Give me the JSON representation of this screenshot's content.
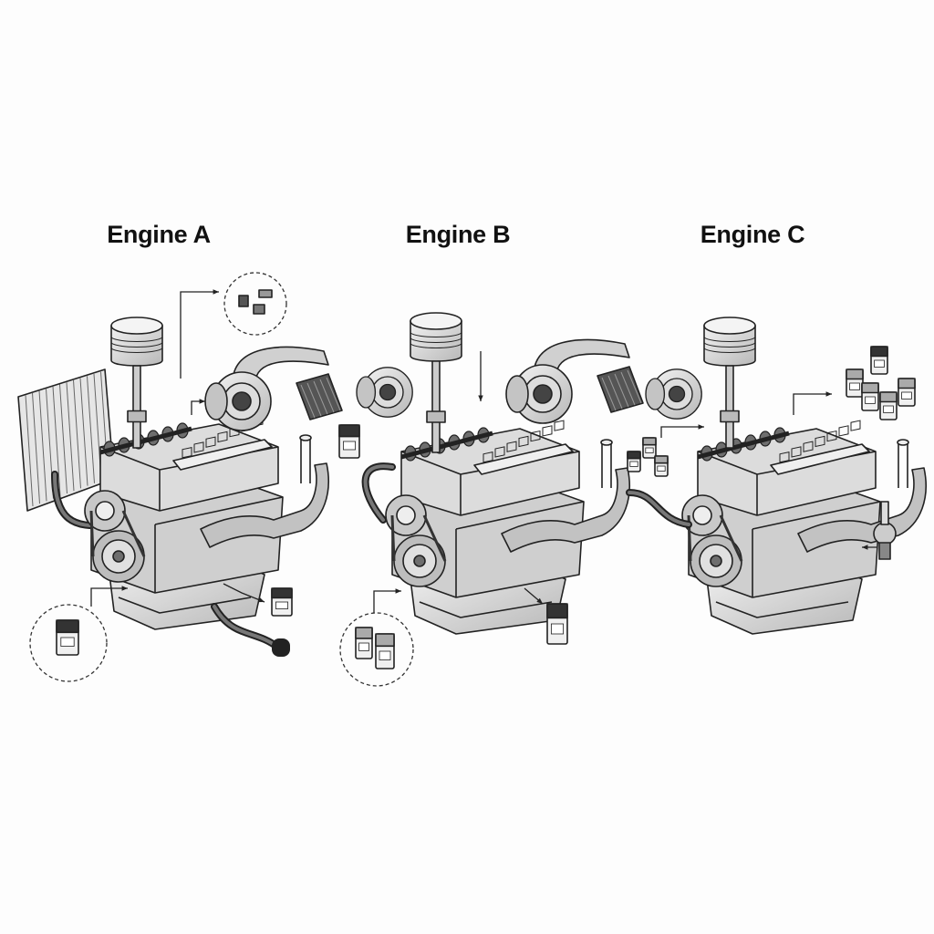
{
  "engines": [
    {
      "title": "Engine A",
      "components": [
        "piston-icon",
        "turbocharger-icon",
        "radiator-icon",
        "bolts-icon",
        "oil-filter-icon",
        "hose-icon"
      ],
      "callouts": [
        "bolts-icon",
        "oil-filter-icon"
      ]
    },
    {
      "title": "Engine B",
      "components": [
        "piston-icon",
        "turbocharger-icon",
        "turbocharger-icon",
        "oil-filter-icon",
        "filter-set-icon"
      ],
      "callouts": [
        "filter-set-icon"
      ]
    },
    {
      "title": "Engine C",
      "components": [
        "piston-icon",
        "turbocharger-icon",
        "filter-set-icon",
        "hose-icon",
        "sensor-icon"
      ],
      "callouts": []
    }
  ],
  "colors": {
    "line": "#222222",
    "metal_light": "#e4e4e4",
    "metal_mid": "#b8b8b8",
    "metal_dark": "#6e6e6e",
    "background": "#fdfdfd"
  }
}
